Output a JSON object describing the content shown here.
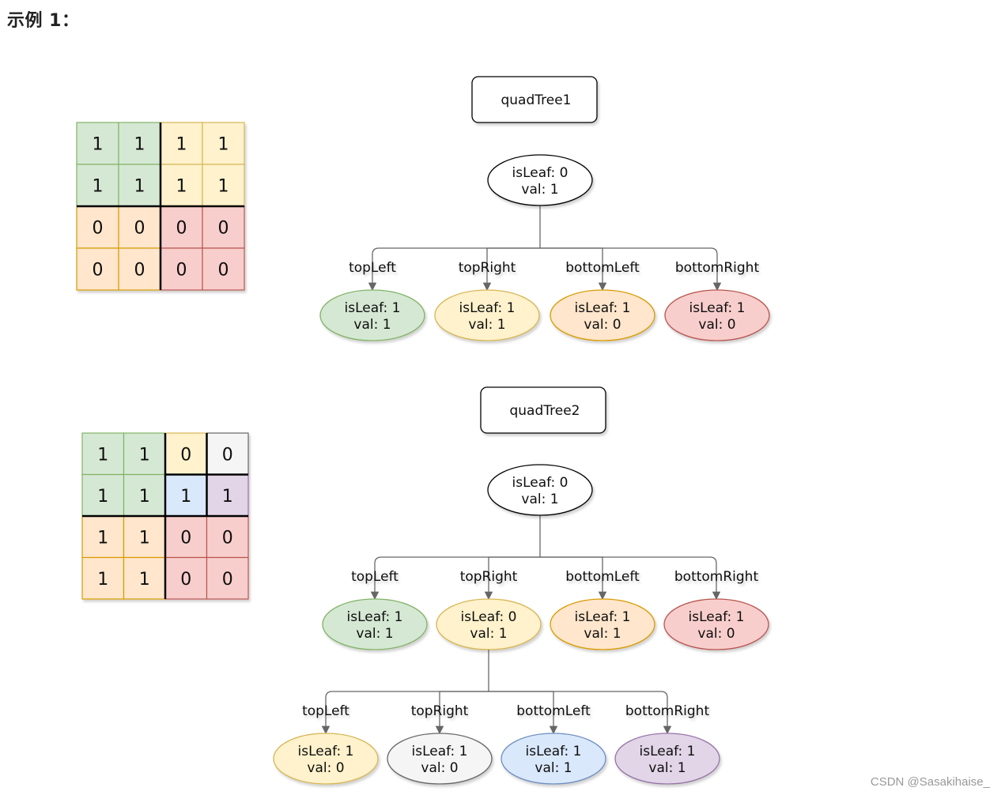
{
  "heading": "示例 1：",
  "watermark": "CSDN @Sasakihaise_",
  "colors": {
    "green": {
      "fill": "#d5e8d4",
      "stroke": "#82b366"
    },
    "yellow": {
      "fill": "#fff2cc",
      "stroke": "#d6b656"
    },
    "orange": {
      "fill": "#ffe6cc",
      "stroke": "#d79b00"
    },
    "red": {
      "fill": "#f8cecc",
      "stroke": "#b85450"
    },
    "gray": {
      "fill": "#f5f5f5",
      "stroke": "#666666"
    },
    "blue": {
      "fill": "#dae8fc",
      "stroke": "#6c8ebf"
    },
    "purple": {
      "fill": "#e1d5e7",
      "stroke": "#9673a6"
    },
    "white": {
      "fill": "#ffffff",
      "stroke": "#000000"
    },
    "edge": "#666666"
  },
  "grids": [
    {
      "name": "grid1",
      "values": [
        [
          1,
          1,
          1,
          1
        ],
        [
          1,
          1,
          1,
          1
        ],
        [
          0,
          0,
          0,
          0
        ],
        [
          0,
          0,
          0,
          0
        ]
      ],
      "colors": [
        [
          "green",
          "green",
          "yellow",
          "yellow"
        ],
        [
          "green",
          "green",
          "yellow",
          "yellow"
        ],
        [
          "orange",
          "orange",
          "red",
          "red"
        ],
        [
          "orange",
          "orange",
          "red",
          "red"
        ]
      ]
    },
    {
      "name": "grid2",
      "values": [
        [
          1,
          1,
          0,
          0
        ],
        [
          1,
          1,
          1,
          1
        ],
        [
          1,
          1,
          0,
          0
        ],
        [
          1,
          1,
          0,
          0
        ]
      ],
      "colors": [
        [
          "green",
          "green",
          "yellow",
          "gray"
        ],
        [
          "green",
          "green",
          "blue",
          "purple"
        ],
        [
          "orange",
          "orange",
          "red",
          "red"
        ],
        [
          "orange",
          "orange",
          "red",
          "red"
        ]
      ]
    }
  ],
  "trees": [
    {
      "title": "quadTree1",
      "root": {
        "isLeaf": "isLeaf: 0",
        "val": "val: 1",
        "color": "white"
      },
      "children": [
        {
          "edge": "topLeft",
          "isLeaf": "isLeaf: 1",
          "val": "val: 1",
          "color": "green"
        },
        {
          "edge": "topRight",
          "isLeaf": "isLeaf: 1",
          "val": "val: 1",
          "color": "yellow"
        },
        {
          "edge": "bottomLeft",
          "isLeaf": "isLeaf: 1",
          "val": "val: 0",
          "color": "orange"
        },
        {
          "edge": "bottomRight",
          "isLeaf": "isLeaf: 1",
          "val": "val: 0",
          "color": "red"
        }
      ]
    },
    {
      "title": "quadTree2",
      "root": {
        "isLeaf": "isLeaf: 0",
        "val": "val: 1",
        "color": "white"
      },
      "children": [
        {
          "edge": "topLeft",
          "isLeaf": "isLeaf: 1",
          "val": "val: 1",
          "color": "green"
        },
        {
          "edge": "topRight",
          "isLeaf": "isLeaf: 0",
          "val": "val: 1",
          "color": "yellow",
          "children": [
            {
              "edge": "topLeft",
              "isLeaf": "isLeaf: 1",
              "val": "val: 0",
              "color": "yellow"
            },
            {
              "edge": "topRight",
              "isLeaf": "isLeaf: 1",
              "val": "val: 0",
              "color": "gray"
            },
            {
              "edge": "bottomLeft",
              "isLeaf": "isLeaf: 1",
              "val": "val: 1",
              "color": "blue"
            },
            {
              "edge": "bottomRight",
              "isLeaf": "isLeaf: 1",
              "val": "val: 1",
              "color": "purple"
            }
          ]
        },
        {
          "edge": "bottomLeft",
          "isLeaf": "isLeaf: 1",
          "val": "val: 1",
          "color": "orange"
        },
        {
          "edge": "bottomRight",
          "isLeaf": "isLeaf: 1",
          "val": "val: 0",
          "color": "red"
        }
      ]
    }
  ]
}
